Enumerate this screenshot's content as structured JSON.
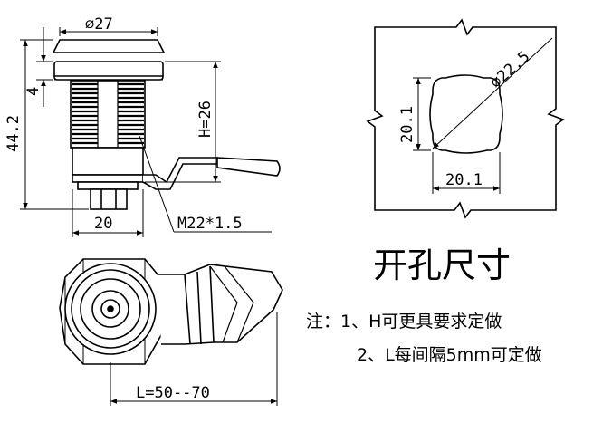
{
  "dimensions": {
    "top_diameter": "⌀27",
    "total_height": "44.2",
    "flange_thickness": "4",
    "h_label": "H=26",
    "base_width": "20",
    "thread_spec": "M22*1.5",
    "length": "L=50--70"
  },
  "hole": {
    "diameter": "⌀22.5",
    "side_v": "20.1",
    "side_h": "20.1",
    "title": "开孔尺寸"
  },
  "notes": {
    "line1": "注：1、H可更具要求定做",
    "line2": "2、L每间隔5mm可定做"
  }
}
